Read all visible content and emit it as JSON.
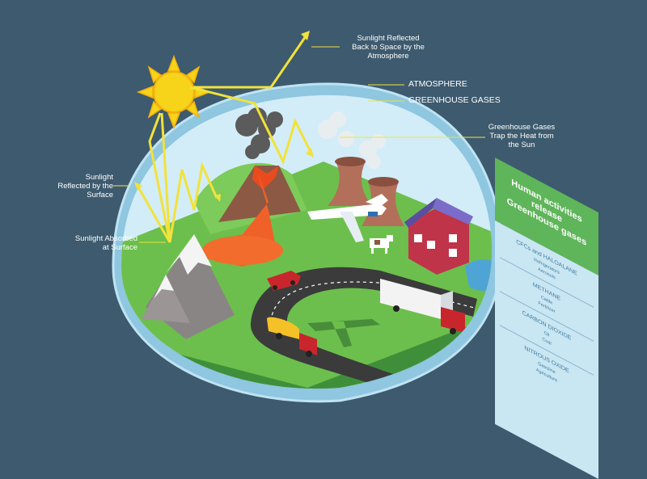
{
  "labels": {
    "sunlight_reflected_space": [
      "Sunlight Reflected",
      "Back to Space by the",
      "Atmosphere"
    ],
    "atmosphere": "ATMOSPHERE",
    "greenhouse_gases": "GREENHOUSE GASES",
    "trap_heat": [
      "Greenhouse Gases",
      "Trap the Heat from",
      "the Sun"
    ],
    "reflected_surface": [
      "Sunlight",
      "Reflected by the",
      "Surface"
    ],
    "absorbed_surface": [
      "Sunlight Absorbed",
      "at Surface"
    ]
  },
  "panel": {
    "title": [
      "Human activities release",
      "Greenhouse gases"
    ],
    "sections": [
      {
        "name": "CFCs and HALOALANE",
        "items": [
          "Refrigerators",
          "Aerosols"
        ]
      },
      {
        "name": "METHANE",
        "items": [
          "Cattle",
          "Fertilizer"
        ]
      },
      {
        "name": "CARBON DIOXIDE",
        "items": [
          "Oil",
          "Coal"
        ]
      },
      {
        "name": "NITROUS OXIDE",
        "items": [
          "Gasoline",
          "Agriculture"
        ]
      }
    ]
  },
  "colors": {
    "background": "#3d5a6e",
    "dome": "#c9e9f5",
    "sun": "#f7d31a",
    "rays": "#f2e23a",
    "grass": "#6cbf4c",
    "panel_header": "#5fb55a",
    "panel_body": "#c9e6f3"
  }
}
